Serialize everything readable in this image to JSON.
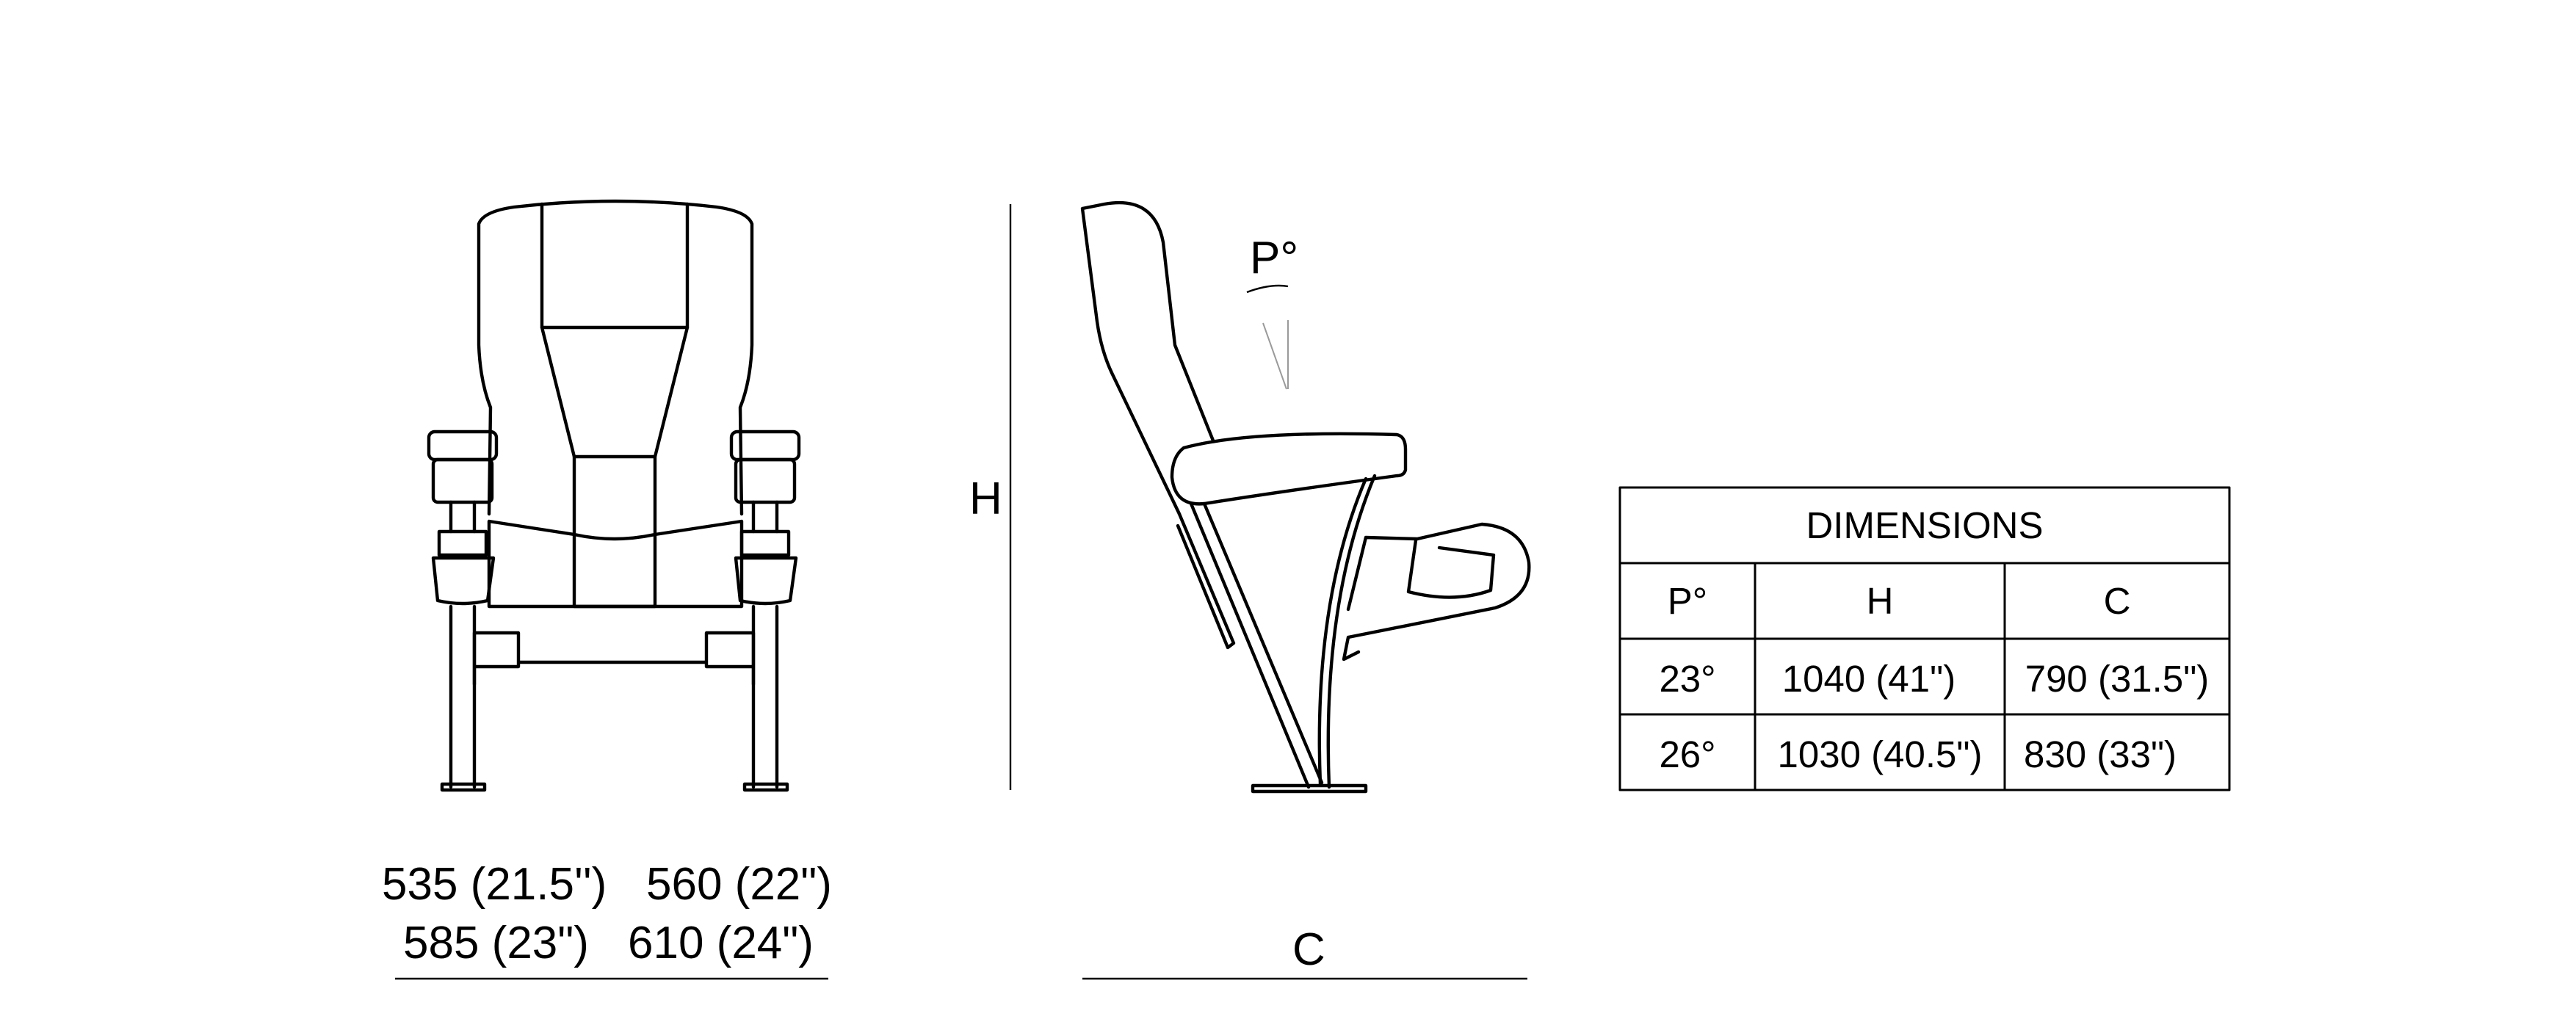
{
  "front_view": {
    "width_options_line1": [
      "535 (21.5'')",
      "560 (22\")"
    ],
    "width_options_line2": [
      "585 (23\")",
      "610 (24\")"
    ]
  },
  "side_view": {
    "angle_label": "P°",
    "height_label": "H",
    "depth_label": "C"
  },
  "dimensions_table": {
    "title": "DIMENSIONS",
    "headers": [
      "P°",
      "H",
      "C"
    ],
    "rows": [
      [
        "23°",
        "1040 (41\")",
        "790 (31.5\")"
      ],
      [
        "26°",
        "1030 (40.5\")",
        "830 (33\")"
      ]
    ]
  }
}
